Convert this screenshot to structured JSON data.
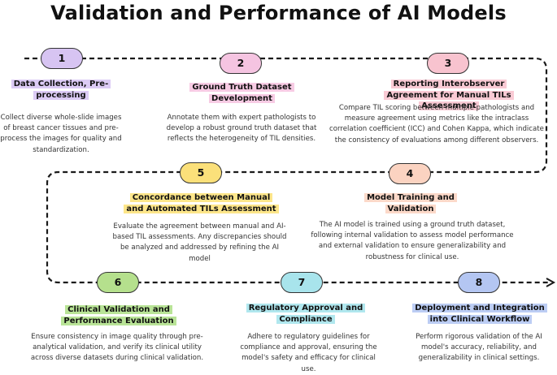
{
  "title": "Validation and Performance of AI Models",
  "steps": [
    {
      "number": "1",
      "title": "Data Collection, Pre-processing",
      "description": "Collect diverse whole-slide images of breast cancer tissues and pre-process the images for quality and standardization.",
      "badge_color": "#d7c4f2",
      "title_highlight": "#dccbf5"
    },
    {
      "number": "2",
      "title": "Ground Truth Dataset Development",
      "description": "Annotate them with expert pathologists to develop a robust ground truth dataset that reflects the heterogeneity of TIL densities.",
      "badge_color": "#f5c4e1",
      "title_highlight": "#f7cbe4"
    },
    {
      "number": "3",
      "title": "Reporting Interobserver Agreement for Manual TILs Assessment",
      "description": "Compare TIL scoring between multiple pathologists and measure agreement using metrics like the intraclass correlation coefficient (ICC) and Cohen Kappa, which indicate the consistency of evaluations among different observers.",
      "badge_color": "#f8c3cf",
      "title_highlight": "#f9cad4"
    },
    {
      "number": "4",
      "title": "Model Training and Validation",
      "description": "The AI model is trained using a ground truth dataset, following internal validation to assess model performance and external validation to ensure generalizability and robustness for clinical use.",
      "badge_color": "#fbd3c1",
      "title_highlight": "#fcd9c9"
    },
    {
      "number": "5",
      "title": "Concordance between Manual and Automated TILs Assessment",
      "description": "Evaluate the agreement between manual and AI-based TIL assessments. Any discrepancies should be analyzed and addressed by refining the AI model",
      "badge_color": "#fbe07a",
      "title_highlight": "#fde68a"
    },
    {
      "number": "6",
      "title": "Clinical Validation and Performance Evaluation",
      "description": "Ensure consistency in image quality through pre-analytical validation, and verify its clinical utility across diverse datasets during clinical validation.",
      "badge_color": "#b5e08d",
      "title_highlight": "#b9e497"
    },
    {
      "number": "7",
      "title": "Regulatory Approval and Compliance",
      "description": "Adhere to regulatory guidelines for compliance and approval, ensuring the model's safety and efficacy for clinical use.",
      "badge_color": "#a8e4ec",
      "title_highlight": "#b0e7ee"
    },
    {
      "number": "8",
      "title": "Deployment and Integration into Clinical Workflow",
      "description": "Perform rigorous validation of the AI model's accuracy, reliability, and generalizability in clinical settings.",
      "badge_color": "#b4c6f2",
      "title_highlight": "#bccdf4"
    }
  ]
}
